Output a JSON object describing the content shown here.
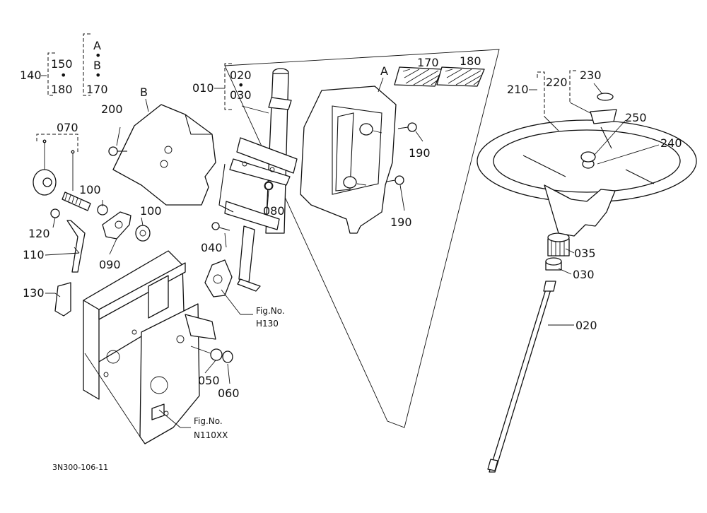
{
  "part_labels": {
    "p010": "010",
    "p020a": "020",
    "p030a": "030",
    "p020b": "020",
    "p030b": "030",
    "p035": "035",
    "p040": "040",
    "p050": "050",
    "p060": "060",
    "p070": "070",
    "p080": "080",
    "p090": "090",
    "p100a": "100",
    "p100b": "100",
    "p110": "110",
    "p120": "120",
    "p130": "130",
    "p140": "140",
    "p150": "150",
    "p180a": "180",
    "p170a": "170",
    "pA1": "A",
    "pB1": "B",
    "pB2": "B",
    "pA2": "A",
    "p170b": "170",
    "p180b": "180",
    "p190a": "190",
    "p190b": "190",
    "p200": "200",
    "p210": "210",
    "p220": "220",
    "p230": "230",
    "p240": "240",
    "p250": "250"
  },
  "references": {
    "fig1_label": "Fig.No.",
    "fig1_code": "H130",
    "fig2_label": "Fig.No.",
    "fig2_code": "N110XX"
  },
  "drawing_code": "3N300-106-11"
}
